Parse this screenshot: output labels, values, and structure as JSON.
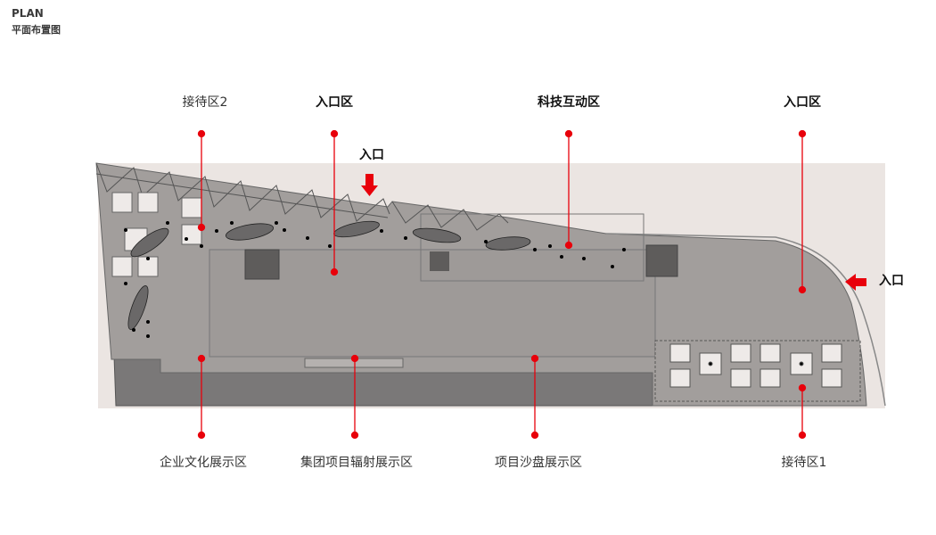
{
  "header": {
    "title": "PLAN",
    "subtitle": "平面布置图"
  },
  "colors": {
    "accent": "#e8000b",
    "floor": "#a29e9c",
    "background": "#ebe5e2",
    "wall": "#7a7878"
  },
  "callouts_top": [
    {
      "label": "接待区2",
      "bold": false
    },
    {
      "label": "入口区",
      "bold": true
    },
    {
      "label": "科技互动区",
      "bold": true
    },
    {
      "label": "入口区",
      "bold": true
    }
  ],
  "callouts_bottom": [
    {
      "label": "企业文化展示区"
    },
    {
      "label": "集团项目辐射展示区"
    },
    {
      "label": "项目沙盘展示区"
    },
    {
      "label": "接待区1"
    }
  ],
  "entrances": [
    {
      "label": "入口",
      "arrow": "down"
    },
    {
      "label": "入口",
      "arrow": "left"
    }
  ]
}
